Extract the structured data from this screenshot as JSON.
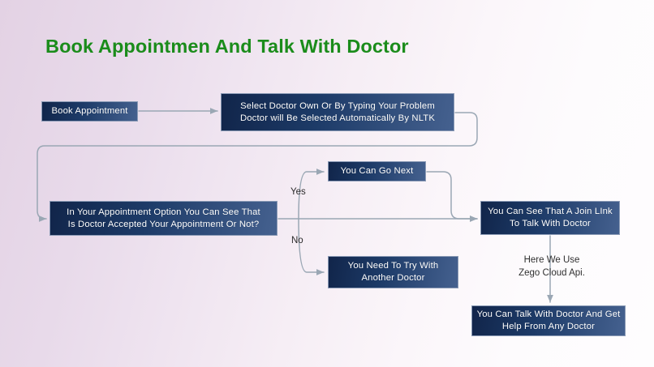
{
  "slide": {
    "title": "Book Appointmen And Talk With Doctor",
    "title_color": "#1b8c1b",
    "background_colors": [
      "#e3d2e4",
      "#fefdfe"
    ],
    "node_fill_start": "#11254a",
    "node_fill_end": "#45618f",
    "connector_color": "#9aa7b4"
  },
  "nodes": {
    "book_appointment": "Book Appointment",
    "select_doctor": "Select Doctor Own Or  By Typing Your Problem\nDoctor will Be Selected Automatically By NLTK",
    "appointment_decision": "In Your Appointment Option You Can See That\nIs Doctor Accepted Your Appointment Or Not?",
    "go_next": "You Can Go Next",
    "try_another_doctor": "You Need To Try With\nAnother Doctor",
    "join_link": "You Can See That A Join LInk\nTo Talk With Doctor",
    "talk_with_doctor": "You Can Talk With Doctor And Get\nHelp From Any Doctor"
  },
  "edge_labels": {
    "yes": "Yes",
    "no": "No"
  },
  "notes": {
    "zego": "Here We Use\nZego Cloud Api."
  }
}
